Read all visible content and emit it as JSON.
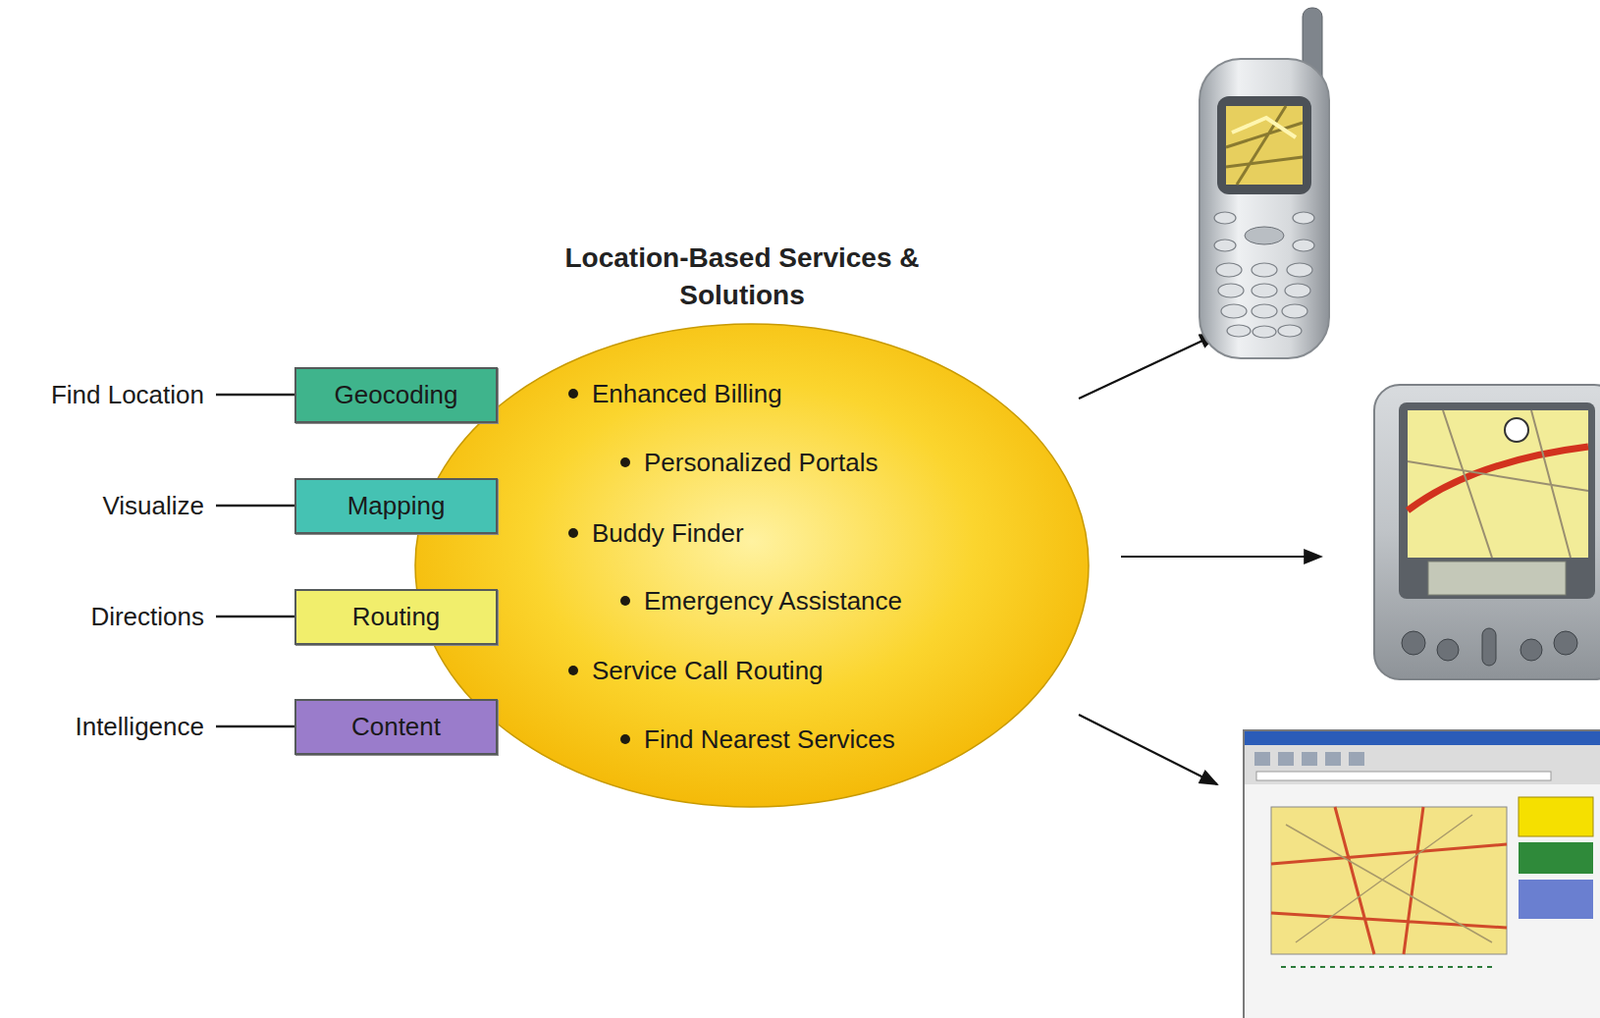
{
  "diagram": {
    "nodes": [
      {
        "text": [
          "Geocoding"
        ]
      },
      {
        "text": [
          "Mapping"
        ]
      },
      {
        "text": [
          "Routing"
        ]
      },
      {
        "text": [
          "Content"
        ]
      },
      {
        "text": [
          "Location-Based Services & Solutions",
          "Enhanced Billing",
          "Personalized Portals",
          "Buddy Finder",
          "Emergency Assistance",
          "Service Call Routing",
          "Find Nearest Services"
        ]
      }
    ],
    "labels": [
      "Find Location",
      "Visualize",
      "Directions",
      "Intelligence"
    ]
  }
}
